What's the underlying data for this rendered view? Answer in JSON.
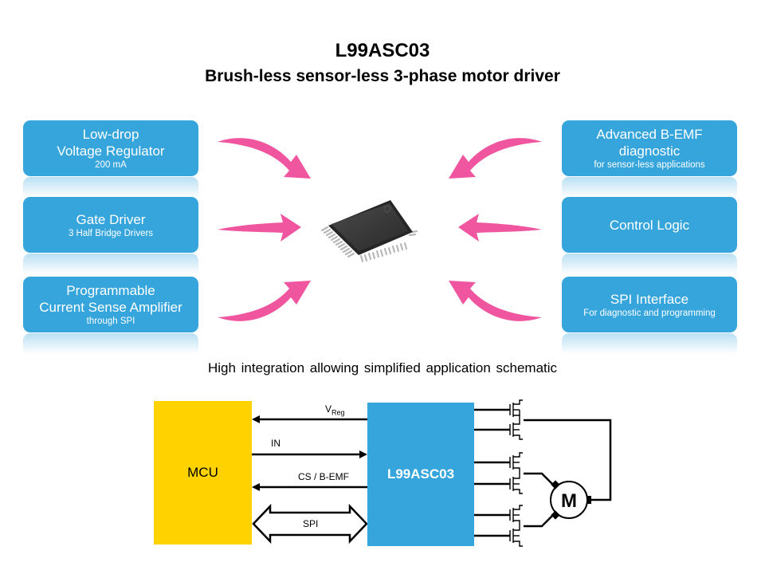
{
  "header": {
    "title": "L99ASC03",
    "subtitle": "Brush-less sensor-less 3-phase motor driver"
  },
  "features_left": [
    {
      "main": [
        "Low-drop",
        "Voltage Regulator"
      ],
      "sub": "200 mA"
    },
    {
      "main": [
        "Gate Driver"
      ],
      "sub": "3 Half Bridge Drivers"
    },
    {
      "main": [
        "Programmable",
        "Current Sense Amplifier"
      ],
      "sub": "through SPI"
    }
  ],
  "features_right": [
    {
      "main": [
        "Advanced B-EMF",
        "diagnostic"
      ],
      "sub": "for sensor-less applications"
    },
    {
      "main": [
        "Control Logic"
      ],
      "sub": ""
    },
    {
      "main": [
        "SPI Interface"
      ],
      "sub": "For diagnostic and programming"
    }
  ],
  "schematic": {
    "caption": "High integration allowing simplified application schematic",
    "mcu_label": "MCU",
    "ic_label": "L99ASC03",
    "signals": {
      "vreg": "V",
      "vreg_sub": "Reg",
      "in": "IN",
      "cs": "CS / B-EMF",
      "spi": "SPI"
    },
    "motor_label": "M"
  },
  "colors": {
    "feature_blue": "#35a5dc",
    "arrow_pink": "#f0559f",
    "mcu_yellow": "#ffd200",
    "chip_body": "#3a3a3a"
  }
}
